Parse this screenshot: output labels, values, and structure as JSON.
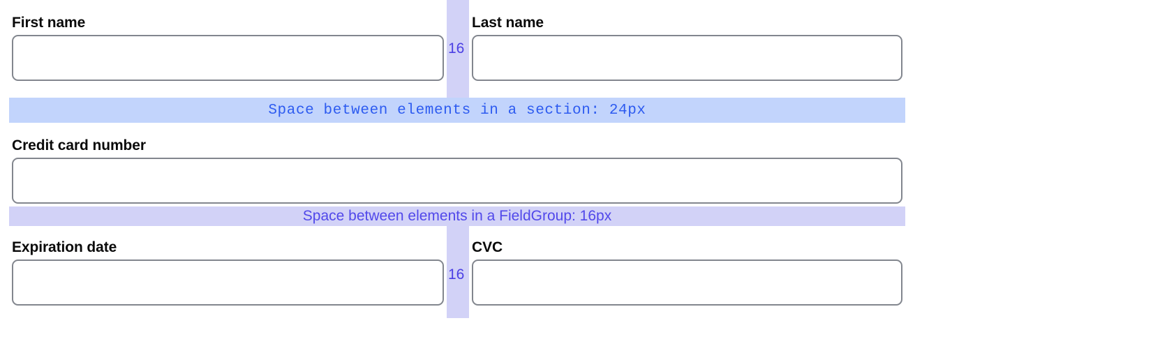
{
  "form": {
    "rows": [
      {
        "type": "pair",
        "left": {
          "label": "First name",
          "value": "",
          "placeholder": ""
        },
        "right": {
          "label": "Last name",
          "value": "",
          "placeholder": ""
        },
        "gap": {
          "value": "16",
          "unit": "px"
        }
      },
      {
        "type": "annotation-bar",
        "style": "section",
        "text": "Space between elements in a section: 24px",
        "measurement": "24px",
        "background": "#c2d4fc",
        "color": "#2d5bf0"
      },
      {
        "type": "single",
        "field": {
          "label": "Credit card number",
          "value": "",
          "placeholder": ""
        }
      },
      {
        "type": "annotation-bar",
        "style": "fieldgroup",
        "text": "Space between elements in a FieldGroup: 16px",
        "measurement": "16px",
        "background": "#d2d2f7",
        "color": "#5148ea"
      },
      {
        "type": "pair",
        "left": {
          "label": "Expiration date",
          "value": "",
          "placeholder": ""
        },
        "right": {
          "label": "CVC",
          "value": "",
          "placeholder": ""
        },
        "gap": {
          "value": "16",
          "unit": "px"
        }
      }
    ]
  },
  "colors": {
    "page_background": "#ffffff",
    "input_border": "#82868e",
    "label_text": "#0a0a0a",
    "section_gap_background": "#c2d4fc",
    "section_gap_text": "#2d5bf0",
    "fieldgroup_gap_background": "#d2d2f7",
    "fieldgroup_gap_text": "#5148ea",
    "vertical_gap_background": "#d2d2f7",
    "vertical_gap_text": "#4b3fe4"
  }
}
